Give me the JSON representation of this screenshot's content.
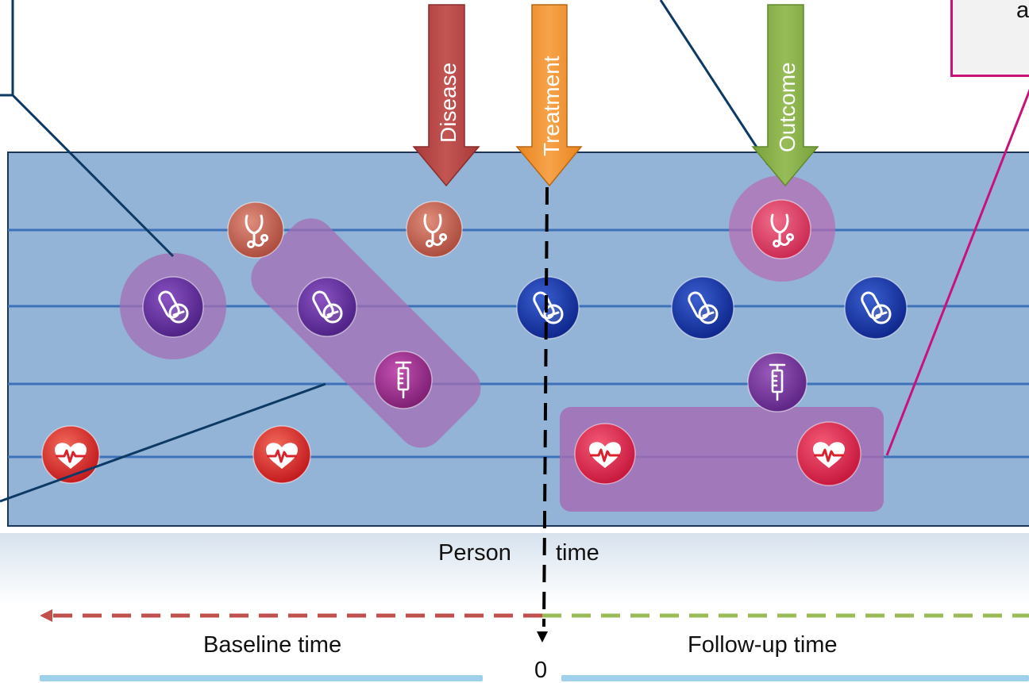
{
  "arrows": {
    "disease": "Disease",
    "treatment": "Treatment",
    "outcome": "Outcome"
  },
  "axis": {
    "person": "Person",
    "time": "time",
    "zero": "0"
  },
  "periods": {
    "baseline": "Baseline time",
    "followup": "Follow-up time"
  },
  "callout": {
    "text_fragment": "a"
  },
  "colors": {
    "timeline_bg": "#93b4d6",
    "timeline_line": "#3e6fb4",
    "disease_arrow": "#b74948",
    "treatment_arrow": "#f28e2b",
    "outcome_arrow": "#86ad48",
    "callout_border": "#c8127a",
    "baseline_dash": "#c0504d",
    "followup_dash": "#9bbb59",
    "navy_connector": "#0c3a64",
    "magenta_connector": "#c8127a"
  },
  "icons": [
    {
      "name": "condition-stethoscope-icon",
      "color": "#bf5a48"
    },
    {
      "name": "drug-capsule-icon",
      "color": "#5c2d91"
    },
    {
      "name": "syringe-icon",
      "color": "#9b2f8f"
    },
    {
      "name": "measurement-heart-icon",
      "color": "#e02f38"
    }
  ]
}
